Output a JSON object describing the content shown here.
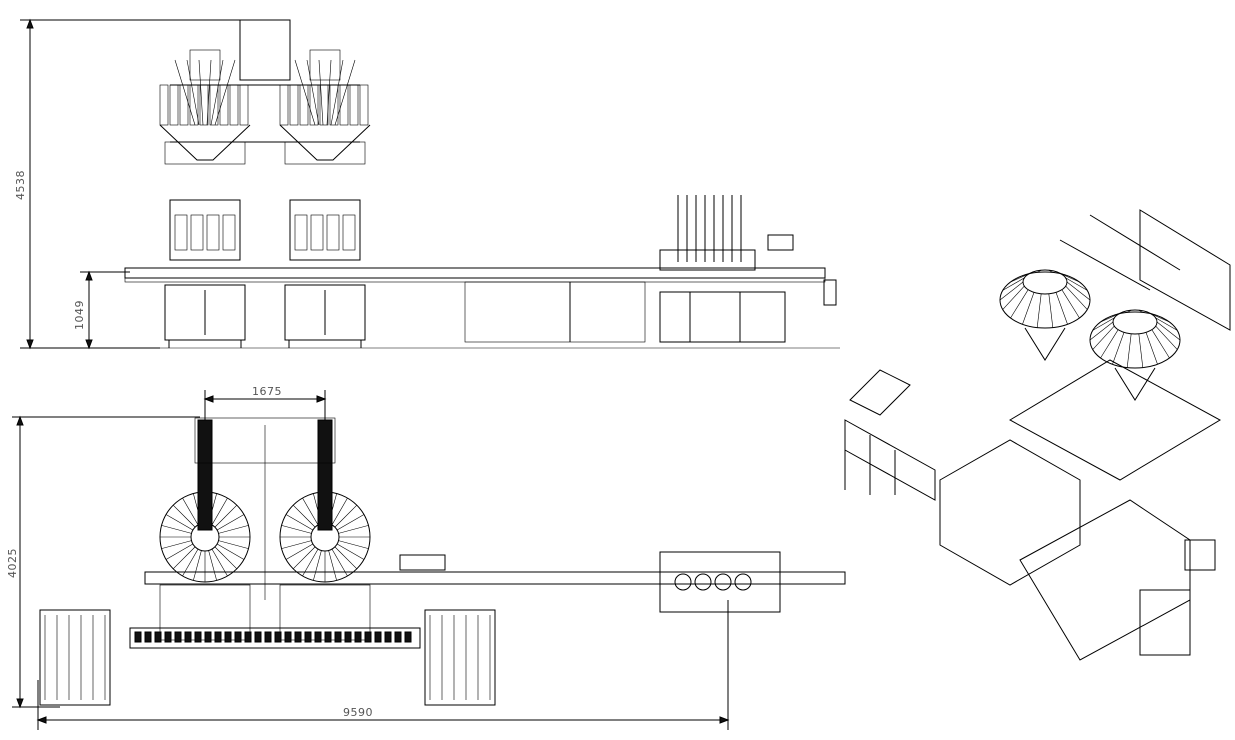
{
  "drawing": {
    "front_view": {
      "overall_height": "4538",
      "conveyor_height": "1049"
    },
    "top_view": {
      "weigher_spacing": "1675",
      "overall_depth": "4025",
      "overall_length": "9590"
    }
  },
  "colors": {
    "line": "#000000",
    "dimension_text": "#555555",
    "background": "#ffffff"
  }
}
